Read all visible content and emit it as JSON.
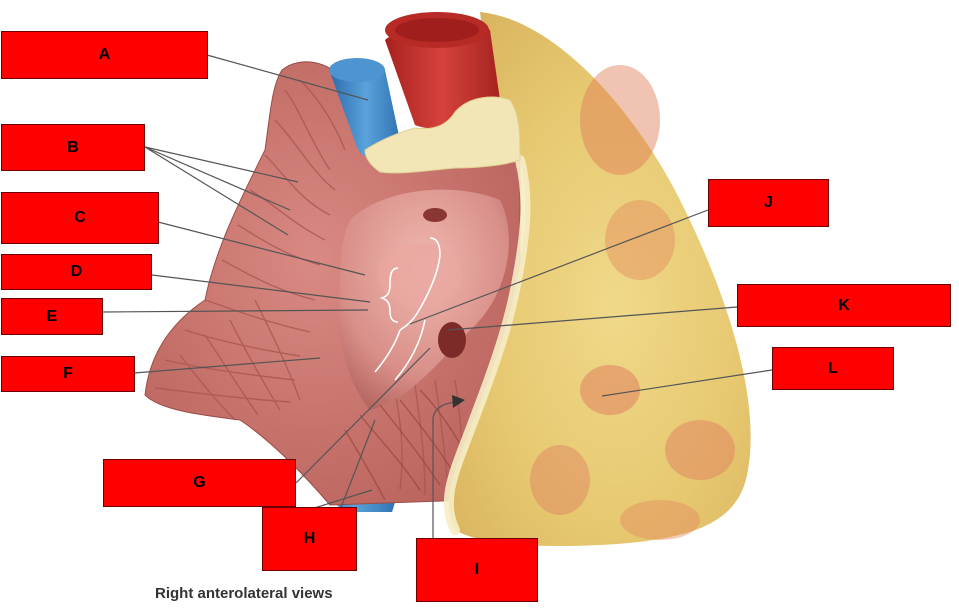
{
  "labels": {
    "a": "A",
    "b": "B",
    "c": "C",
    "d": "D",
    "e": "E",
    "f": "F",
    "g": "G",
    "h": "H",
    "i": "I",
    "j": "J",
    "k": "K",
    "l": "L"
  },
  "caption": "Right anterolateral views",
  "colors": {
    "label_box": "#ff0000",
    "leader_line": "#555555",
    "myocardium": "#c9716a",
    "chamber_interior": "#d9928a",
    "aorta": "#c0322e",
    "vena_cava": "#3c86c8",
    "fat": "#e7cf78",
    "pericardium_edge": "#f1e6b8"
  }
}
